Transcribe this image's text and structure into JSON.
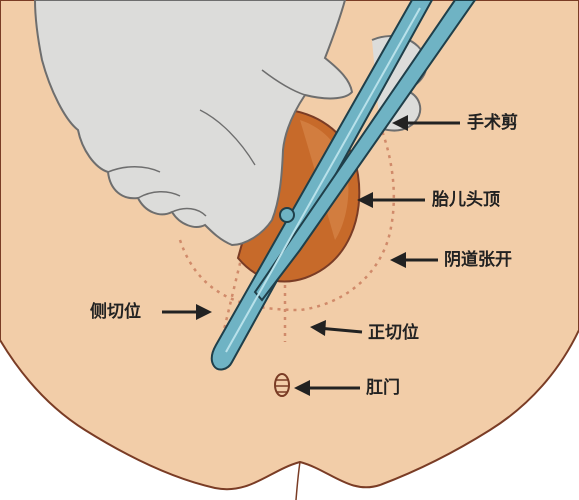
{
  "labels": {
    "scissors": "手术剪",
    "fetal_head": "胎儿头顶",
    "vagina_open": "阴道张开",
    "lateral_cut": "侧切位",
    "midline_cut": "正切位",
    "anus": "肛门"
  },
  "colors": {
    "skin": "#F2CDA8",
    "skin_outline": "#7A3C25",
    "glove": "#DCDCDA",
    "glove_outline": "#6E6E6E",
    "fetal_head": "#C76A2A",
    "scissors_blade": "#6FB3C4",
    "scissors_outline": "#1F3F4A",
    "dotted_line": "#D08A6A",
    "arrow": "#222222"
  },
  "icons": {
    "arrow": "arrow-left-icon"
  }
}
